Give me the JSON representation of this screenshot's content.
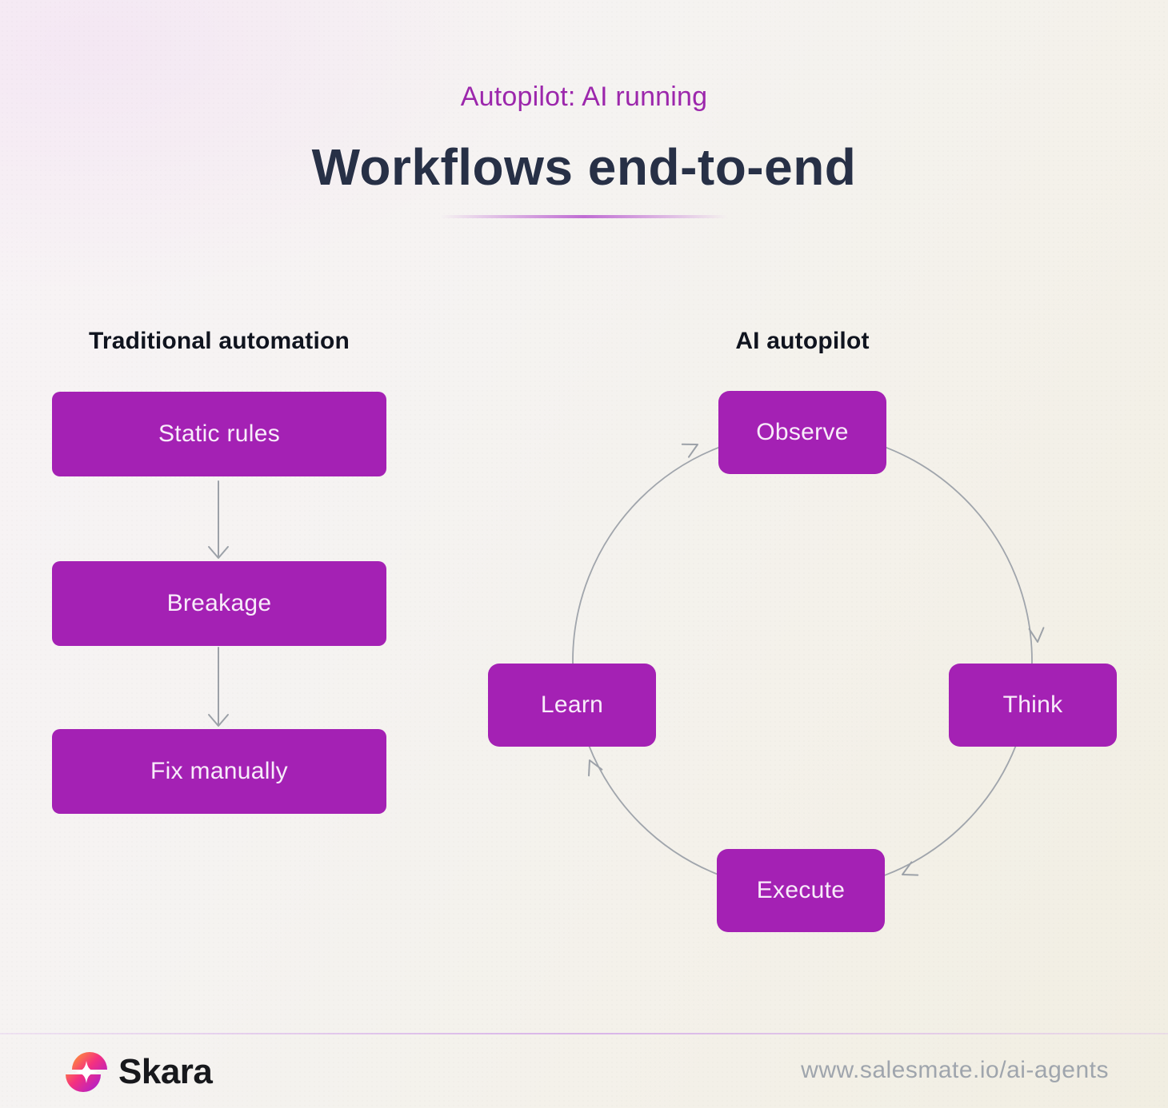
{
  "header": {
    "subtitle": "Autopilot: AI running",
    "title": "Workflows end-to-end"
  },
  "left_panel": {
    "heading": "Traditional automation",
    "steps": [
      "Static rules",
      "Breakage",
      "Fix manually"
    ]
  },
  "right_panel": {
    "heading": "AI autopilot",
    "cycle": [
      "Observe",
      "Think",
      "Execute",
      "Learn"
    ]
  },
  "footer": {
    "brand": "Skara",
    "url": "www.salesmate.io/ai-agents"
  },
  "colors": {
    "box_purple": "#A421B4",
    "subtitle_purple": "#9C27AC",
    "title_navy": "#273046",
    "connector_gray": "#9CA1A8",
    "url_gray": "#9FA5AD",
    "divider_lavender": "#D3A3E8"
  },
  "icons": {
    "brand_logo": "skara-sparkle-logo"
  }
}
